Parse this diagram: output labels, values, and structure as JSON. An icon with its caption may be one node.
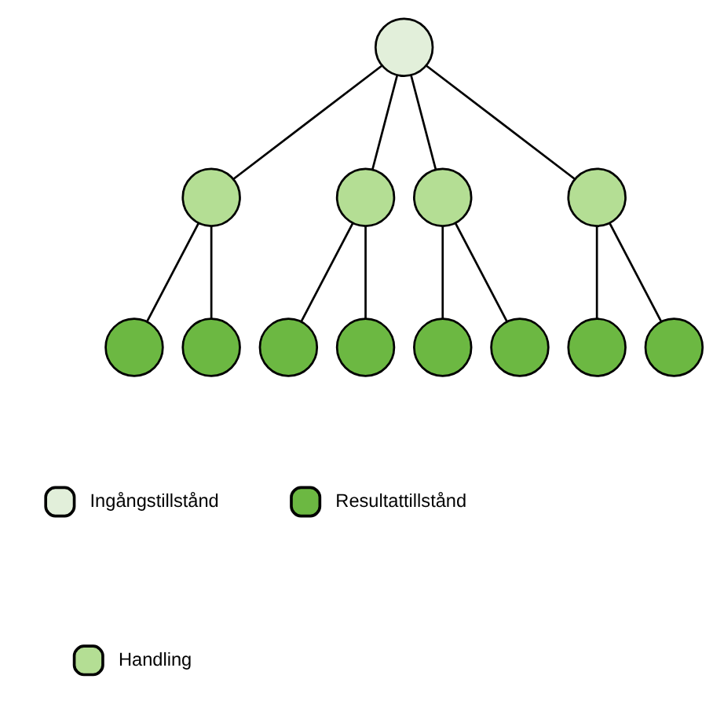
{
  "diagram": {
    "nodes": [
      {
        "text": [],
        "shape": "circle"
      },
      {
        "text": [],
        "shape": "circle"
      },
      {
        "text": [],
        "shape": "circle"
      },
      {
        "text": [],
        "shape": "circle"
      },
      {
        "text": [],
        "shape": "circle"
      },
      {
        "text": [],
        "shape": "circle"
      },
      {
        "text": [],
        "shape": "circle"
      },
      {
        "text": [],
        "shape": "circle"
      },
      {
        "text": [],
        "shape": "circle"
      },
      {
        "text": [],
        "shape": "circle"
      },
      {
        "text": [],
        "shape": "circle"
      },
      {
        "text": [],
        "shape": "circle"
      },
      {
        "text": [],
        "shape": "circle"
      }
    ],
    "edges": [
      {
        "from": 0,
        "to": 1,
        "arrow": "none"
      },
      {
        "from": 0,
        "to": 2,
        "arrow": "none"
      },
      {
        "from": 0,
        "to": 3,
        "arrow": "none"
      },
      {
        "from": 0,
        "to": 4,
        "arrow": "none"
      },
      {
        "from": 1,
        "to": 5,
        "arrow": "none"
      },
      {
        "from": 1,
        "to": 6,
        "arrow": "none"
      },
      {
        "from": 2,
        "to": 7,
        "arrow": "none"
      },
      {
        "from": 2,
        "to": 8,
        "arrow": "none"
      },
      {
        "from": 3,
        "to": 9,
        "arrow": "none"
      },
      {
        "from": 3,
        "to": 10,
        "arrow": "none"
      },
      {
        "from": 4,
        "to": 11,
        "arrow": "none"
      },
      {
        "from": 4,
        "to": 12,
        "arrow": "none"
      }
    ],
    "legend": [
      {
        "text": "Ingångstillstånd",
        "color": "#e2efda"
      },
      {
        "text": "Handling",
        "color": "#b4de94"
      },
      {
        "text": "Resultattillstånd",
        "color": "#6cb842"
      }
    ]
  }
}
